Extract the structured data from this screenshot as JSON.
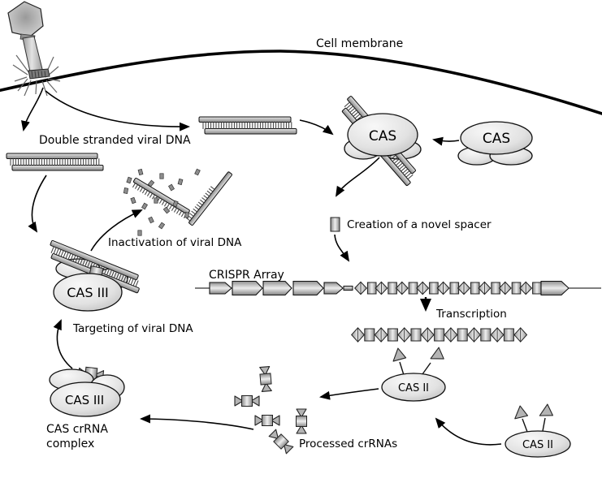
{
  "labels": {
    "cell_membrane": "Cell membrane",
    "double_stranded_viral_dna": "Double stranded viral DNA",
    "inactivation_of_viral_dna": "Inactivation of viral DNA",
    "targeting_of_viral_dna": "Targeting of viral DNA",
    "creation_of_novel_spacer": "Creation of a novel spacer",
    "crispr_array": "CRISPR Array",
    "transcription": "Transcription",
    "processed_crrnas": "Processed crRNAs",
    "cas": "CAS",
    "cas_ii": "CAS II",
    "cas_iii": "CAS III",
    "cas_crrna_complex_line1": "CAS crRNA",
    "cas_crrna_complex_line2": "complex"
  },
  "crispr_array": {
    "leader_gene_count": 5,
    "repeat_spacer_pair_count": 9,
    "has_trailing_gene": true,
    "has_novel_spacer_insert": true
  },
  "transcript": {
    "repeat_diamond_count": 8,
    "spacer_square_count": 7
  },
  "processed_crrna_unit_count": 5,
  "colors": {
    "ink": "#000000",
    "shape_light": "#f4f4f4",
    "shape_mid": "#c8c8c8",
    "shape_dark": "#8a8a8a"
  }
}
